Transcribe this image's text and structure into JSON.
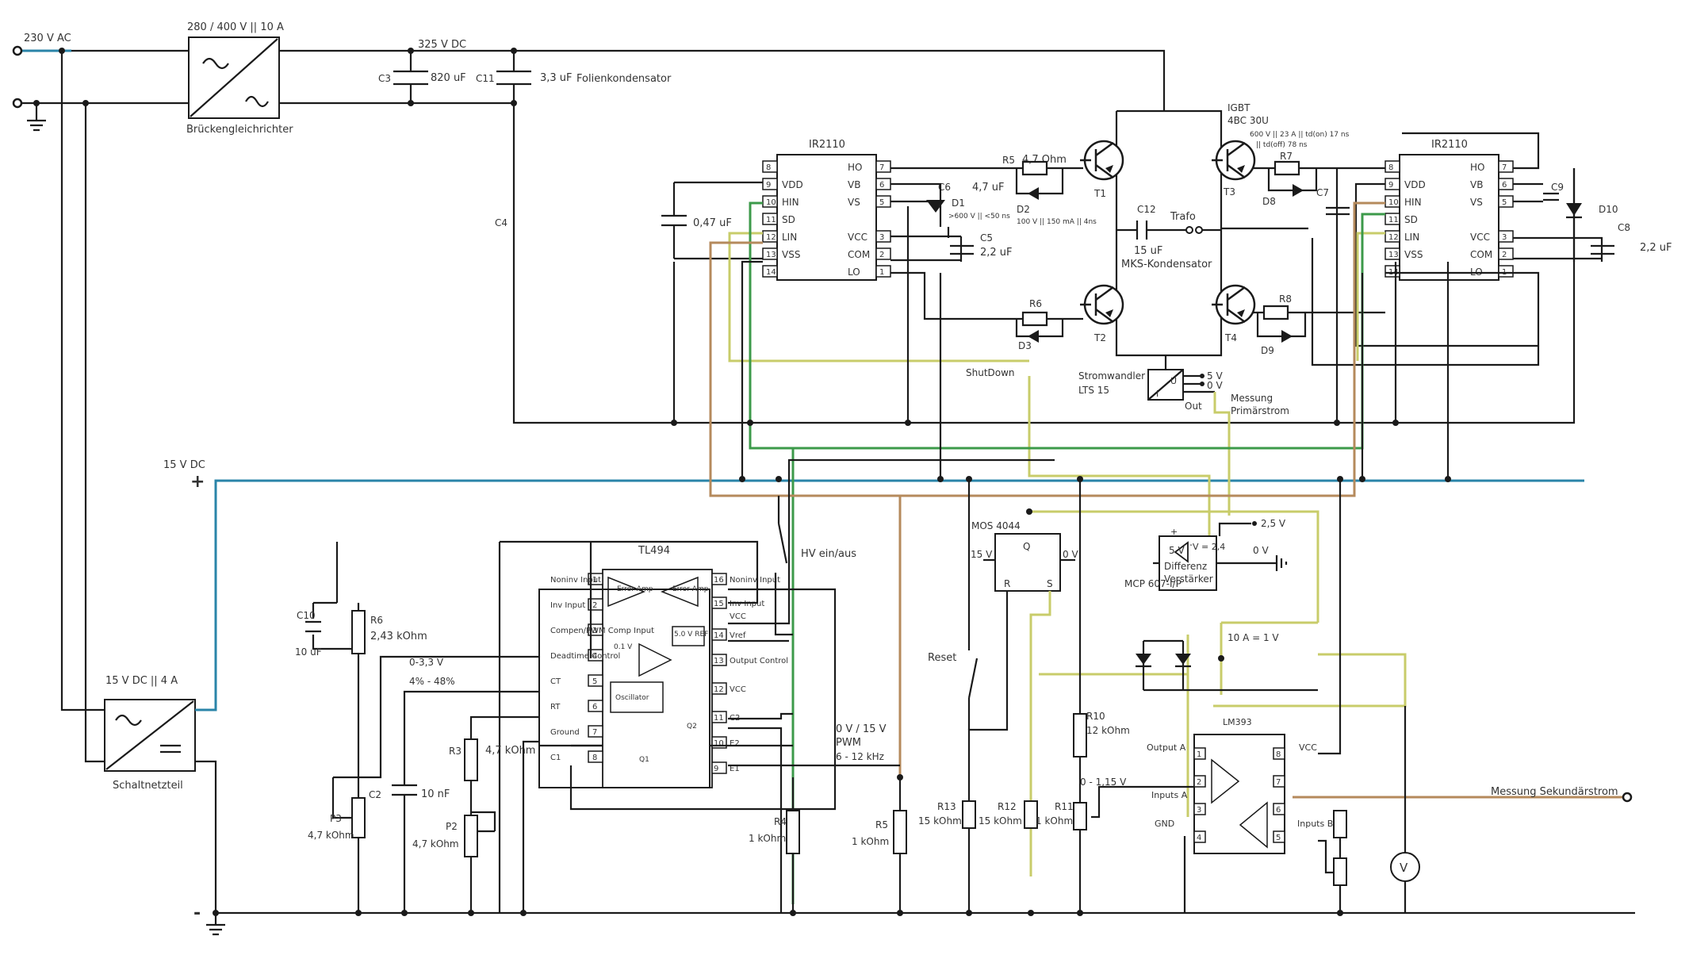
{
  "colors": {
    "dc": "#2a84a8",
    "hin": "#3c9a4a",
    "shutdown": "#c8cc6a",
    "lin": "#b58a5c",
    "wire": "#1a1a1a"
  },
  "supply": {
    "ac": "230 V AC",
    "dc325": "325 V DC",
    "rectifier_rating": "280 / 400 V || 10 A",
    "rectifier": "Brückengleichrichter",
    "c3": "C3",
    "c3_val": "820 uF",
    "c11": "C11",
    "c11_val": "3,3 uF",
    "c11_note": "Folienkondensator",
    "dc15": "15 V DC",
    "smps_rating": "15 V DC || 4 A",
    "smps": "Schaltnetzteil",
    "plus": "+",
    "minus": "-"
  },
  "drivers": {
    "ic_name": "IR2110",
    "left_pins": [
      "VDD",
      "HIN",
      "SD",
      "LIN",
      "VSS"
    ],
    "left_nums": [
      "8",
      "9",
      "10",
      "11",
      "12",
      "13",
      "14"
    ],
    "right_pins": [
      "HO",
      "VB",
      "VS",
      "VCC",
      "COM",
      "LO"
    ],
    "right_nums": [
      "7",
      "6",
      "5",
      "",
      "3",
      "2",
      "1"
    ],
    "c4": "C4",
    "c4_val": "0,47 uF",
    "c5": "C5",
    "c5_val": "2,2 uF",
    "c6": "C6",
    "c6_val": "4,7 uF",
    "d1": "D1",
    "d1_spec": ">600 V || <50 ns",
    "r5": "R5",
    "r5_val": "4,7 Ohm",
    "d2": "D2",
    "d2_spec": "100 V || 150 mA || 4ns",
    "r6": "R6",
    "d3": "D3",
    "r7": "R7",
    "d8": "D8",
    "c7": "C7",
    "c9": "C9",
    "d10": "D10",
    "c8": "C8",
    "c8_val": "2,2 uF",
    "r8": "R8",
    "d9": "D9"
  },
  "bridge": {
    "igbt": "IGBT",
    "igbt_type": "4BC 30U",
    "igbt_spec1": "600 V || 23 A || td(on) 17 ns",
    "igbt_spec2": "|| td(off) 78 ns",
    "t1": "T1",
    "t2": "T2",
    "t3": "T3",
    "t4": "T4",
    "c12": "C12",
    "c12_val": "15 uF",
    "c12_note": "MKS-Kondensator",
    "trafo": "Trafo",
    "sensor": "Stromwandler",
    "sensor_type": "LTS 15",
    "sensor_u": "U",
    "sensor_i": "I",
    "v5": "5 V",
    "v0": "0 V",
    "out": "Out",
    "meas1": "Messung",
    "meas2": "Primärstrom",
    "shutdown": "ShutDown"
  },
  "control": {
    "tl494": "TL494",
    "pins_left": [
      "Noninv Input",
      "Inv Input",
      "Compen/PWM Comp Input",
      "Deadtime Control",
      "CT",
      "RT",
      "Ground",
      "C1"
    ],
    "pins_right": [
      "Noninv Input",
      "Inv Input",
      "VCC",
      "Vref",
      "Output Control",
      "VCC",
      "C2",
      "E2",
      "E1"
    ],
    "nums_left": [
      "1",
      "2",
      "3",
      "4",
      "5",
      "6",
      "7",
      "8"
    ],
    "nums_right": [
      "16",
      "15",
      "",
      "14",
      "13",
      "12",
      "11",
      "10",
      "9"
    ],
    "err_amp": "Error Amp",
    "ref": "5.0 V REF",
    "osc": "Oscillator",
    "v01": "0.1 V",
    "q1": "Q1",
    "q2": "Q2",
    "c10": "C10",
    "c10_val": "10 uF",
    "r6": "R6",
    "r6_val": "2,43 kOhm",
    "range1": "0-3,3 V",
    "range2": "4% - 48%",
    "c2": "C2",
    "c2_val": "10 nF",
    "r3": "R3",
    "r3_val": "4,7 kOhm",
    "p2": "P2",
    "p2_val": "4,7 kOhm",
    "p3": "P3",
    "p3_val": "4,7 kOhm",
    "r4": "R4",
    "r4_val": "1 kOhm",
    "r5": "R5",
    "r5_val": "1 kOhm",
    "hv": "HV ein/aus",
    "pwm_levels": "0 V / 15 V",
    "pwm": "PWM",
    "freq": "6 - 12 kHz"
  },
  "protection": {
    "flipflop": "MOS 4044",
    "q": "Q",
    "r": "R",
    "s": "S",
    "v15": "15 V",
    "v0": "0 V",
    "reset": "Reset",
    "r13": "R13",
    "r13_val": "15 kOhm",
    "r12": "R12",
    "r12_val": "15 kOhm",
    "r11": "R11",
    "r11_val": "1 kOhm",
    "r10": "R10",
    "r10_val": "12 kOhm",
    "range": "0 - 1,15 V",
    "diffamp": "Differenz",
    "diffamp2": "Verstärker",
    "v24": "V = 2,4",
    "v25": "2,5 V",
    "v5": "5 V",
    "v0b": "0 V",
    "mcp": "MCP 607-I/P",
    "scale": "10 A = 1 V",
    "plus": "+",
    "minus": "-",
    "comp": "LM393",
    "outa": "Output A",
    "inputsa": "Inputs A",
    "gnd": "GND",
    "vcc": "VCC",
    "inputsb": "Inputs B",
    "meas_sec": "Messung Sekundärstrom",
    "meter": "V",
    "comp_left": [
      "1",
      "2",
      "3",
      "4"
    ],
    "comp_right": [
      "8",
      "7",
      "6",
      "5"
    ]
  }
}
